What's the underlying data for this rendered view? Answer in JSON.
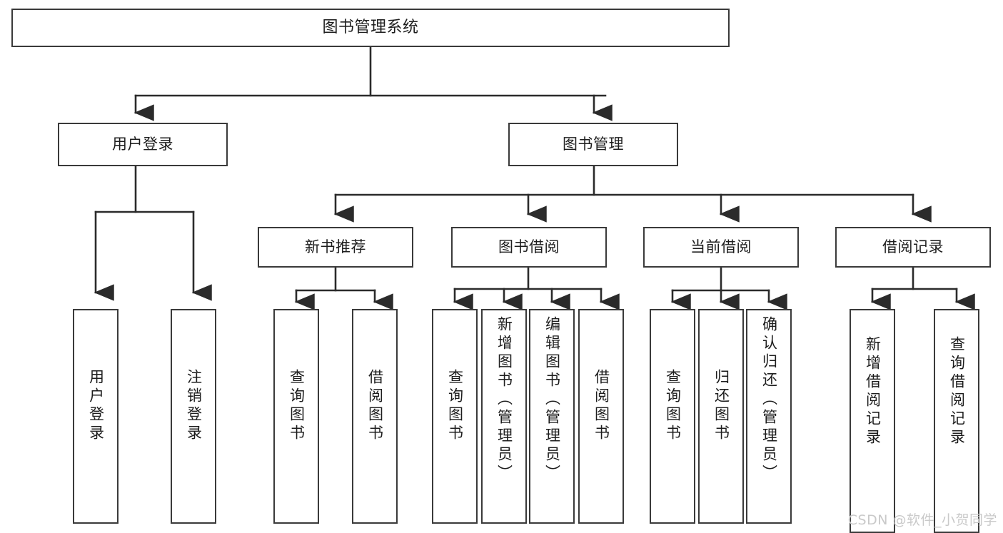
{
  "diagram": {
    "title": "图书管理系统",
    "type": "tree",
    "watermark": "CSDN @软件_小贺同学",
    "colors": {
      "box_border": "#3a3a3a",
      "box_fill": "#ffffff",
      "connector": "#2b2b2b",
      "text": "#1d1d1d",
      "watermark": "#c9c9c9",
      "background": "#ffffff"
    },
    "root": {
      "label": "图书管理系统"
    },
    "level2": [
      {
        "label": "用户登录"
      },
      {
        "label": "图书管理"
      }
    ],
    "level3": [
      {
        "label": "新书推荐"
      },
      {
        "label": "图书借阅"
      },
      {
        "label": "当前借阅"
      },
      {
        "label": "借阅记录"
      }
    ],
    "leaves": {
      "user_login": [
        {
          "label": "用户登录"
        },
        {
          "label": "注销登录"
        }
      ],
      "new_book": [
        {
          "label": "查询图书"
        },
        {
          "label": "借阅图书"
        }
      ],
      "book_borrow": [
        {
          "label": "查询图书"
        },
        {
          "label": "新增图书（管理员）"
        },
        {
          "label": "编辑图书（管理员）"
        },
        {
          "label": "借阅图书"
        }
      ],
      "current_borrow": [
        {
          "label": "查询图书"
        },
        {
          "label": "归还图书"
        },
        {
          "label": "确认归还（管理员）"
        }
      ],
      "borrow_record": [
        {
          "label": "新增借阅记录"
        },
        {
          "label": "查询借阅记录"
        }
      ]
    }
  }
}
